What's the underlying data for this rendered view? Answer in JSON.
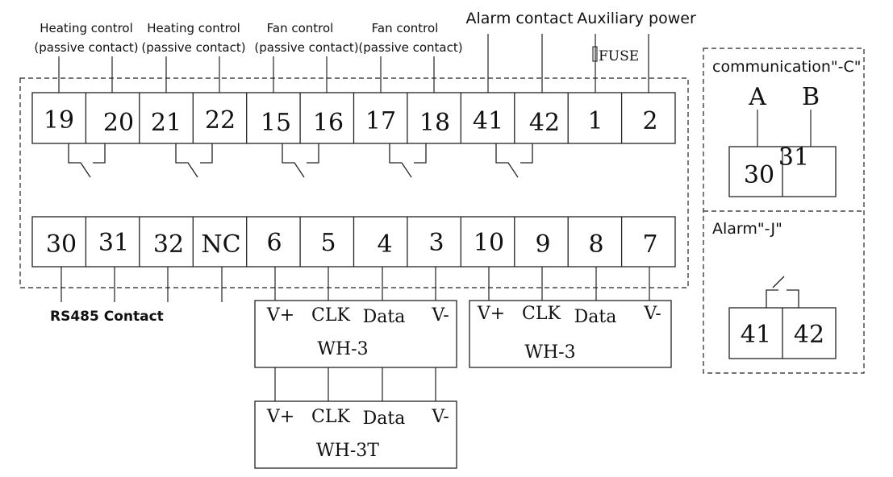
{
  "top_labels": {
    "heating1_line1": "Heating control",
    "heating1_line2": "(passive contact)",
    "heating2_line1": "Heating control",
    "heating2_line2": "(passive contact)",
    "fan1_line1": "Fan control",
    "fan1_line2": "(passive contact)",
    "fan2_line1": "Fan control",
    "fan2_line2": "(passive contact)",
    "alarm": "Alarm contact",
    "aux_power": "Auxiliary power",
    "fuse": "FUSE"
  },
  "top_terminals": [
    "19",
    "20",
    "21",
    "22",
    "15",
    "16",
    "17",
    "18",
    "41",
    "42",
    "1",
    "2"
  ],
  "bottom_terminals": [
    "30",
    "31",
    "32",
    "NC",
    "6",
    "5",
    "4",
    "3",
    "10",
    "9",
    "8",
    "7"
  ],
  "rs485_label": "RS485 Contact",
  "modules": [
    {
      "pins": [
        "V+",
        "CLK",
        "Data",
        "V-"
      ],
      "name": "WH-3"
    },
    {
      "pins": [
        "V+",
        "CLK",
        "Data",
        "V-"
      ],
      "name": "WH-3"
    },
    {
      "pins": [
        "V+",
        "CLK",
        "Data",
        "V-"
      ],
      "name": "WH-3T"
    }
  ],
  "comm_panel": {
    "title": "communication\"-C\"",
    "pin_a": "A",
    "pin_b": "B",
    "t1": "30",
    "t2": "31"
  },
  "alarm_panel": {
    "title": "Alarm\"-J\"",
    "t1": "41",
    "t2": "42"
  }
}
